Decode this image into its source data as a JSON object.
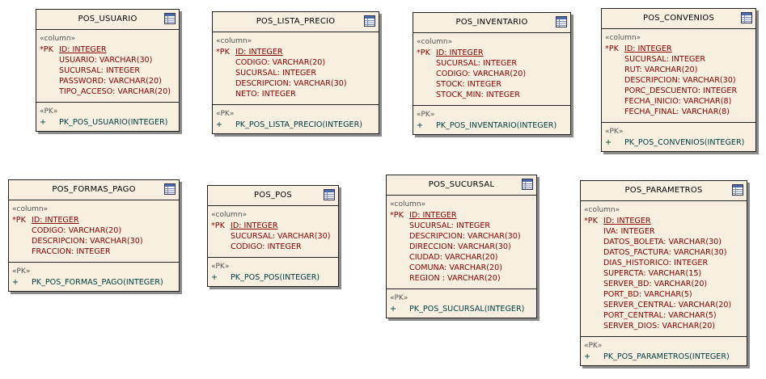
{
  "tables": [
    {
      "name": "POS_USUARIO",
      "column_stereotype": "«column»",
      "pk_stereotype": "«PK»",
      "columns": [
        {
          "prefix": "*PK",
          "text": "ID:  INTEGER"
        },
        {
          "prefix": "",
          "text": "USUARIO:  VARCHAR(30)"
        },
        {
          "prefix": "",
          "text": "SUCURSAL:  INTEGER"
        },
        {
          "prefix": "",
          "text": "PASSWORD:  VARCHAR(20)"
        },
        {
          "prefix": "",
          "text": "TIPO_ACCESO:  VARCHAR(20)"
        }
      ],
      "pks": [
        {
          "sign": "+",
          "text": "PK_POS_USUARIO(INTEGER)"
        }
      ]
    },
    {
      "name": "POS_LISTA_PRECIO",
      "column_stereotype": "«column»",
      "pk_stereotype": "«PK»",
      "columns": [
        {
          "prefix": "*PK",
          "text": "ID:  INTEGER"
        },
        {
          "prefix": "",
          "text": "CODIGO:  VARCHAR(20)"
        },
        {
          "prefix": "",
          "text": "SUCURSAL:  INTEGER"
        },
        {
          "prefix": "",
          "text": "DESCRIPCION:  VARCHAR(30)"
        },
        {
          "prefix": "",
          "text": "NETO:  INTEGER"
        }
      ],
      "pks": [
        {
          "sign": "+",
          "text": "PK_POS_LISTA_PRECIO(INTEGER)"
        }
      ]
    },
    {
      "name": "POS_INVENTARIO",
      "column_stereotype": "«column»",
      "pk_stereotype": "«PK»",
      "columns": [
        {
          "prefix": "*PK",
          "text": "ID:  INTEGER"
        },
        {
          "prefix": "",
          "text": "SUCURSAL:  INTEGER"
        },
        {
          "prefix": "",
          "text": "CODIGO:  VARCHAR(20)"
        },
        {
          "prefix": "",
          "text": "STOCK:  INTEGER"
        },
        {
          "prefix": "",
          "text": "STOCK_MIN:  INTEGER"
        }
      ],
      "pks": [
        {
          "sign": "+",
          "text": "PK_POS_INVENTARIO(INTEGER)"
        }
      ]
    },
    {
      "name": "POS_CONVENIOS",
      "column_stereotype": "«column»",
      "pk_stereotype": "«PK»",
      "columns": [
        {
          "prefix": "*PK",
          "text": "ID:  INTEGER"
        },
        {
          "prefix": "",
          "text": "SUCURSAL:  INTEGER"
        },
        {
          "prefix": "",
          "text": "RUT:  VARCHAR(20)"
        },
        {
          "prefix": "",
          "text": "DESCRIPCION:  VARCHAR(30)"
        },
        {
          "prefix": "",
          "text": "PORC_DESCUENTO:  INTEGER"
        },
        {
          "prefix": "",
          "text": "FECHA_INICIO:  VARCHAR(8)"
        },
        {
          "prefix": "",
          "text": "FECHA_FINAL:  VARCHAR(8)"
        }
      ],
      "pks": [
        {
          "sign": "+",
          "text": "PK_POS_CONVENIOS(INTEGER)"
        }
      ]
    },
    {
      "name": "POS_FORMAS_PAGO",
      "column_stereotype": "«column»",
      "pk_stereotype": "«PK»",
      "columns": [
        {
          "prefix": "*PK",
          "text": "ID:  INTEGER"
        },
        {
          "prefix": "",
          "text": "CODIGO:  VARCHAR(20)"
        },
        {
          "prefix": "",
          "text": "DESCRIPCION:  VARCHAR(30)"
        },
        {
          "prefix": "",
          "text": "FRACCION:  INTEGER"
        }
      ],
      "pks": [
        {
          "sign": "+",
          "text": "PK_POS_FORMAS_PAGO(INTEGER)"
        }
      ]
    },
    {
      "name": "POS_POS",
      "column_stereotype": "«column»",
      "pk_stereotype": "«PK»",
      "columns": [
        {
          "prefix": "*PK",
          "text": "ID:  INTEGER"
        },
        {
          "prefix": "",
          "text": "SUCURSAL:  VARCHAR(30)"
        },
        {
          "prefix": "",
          "text": "CODIGO:  INTEGER"
        }
      ],
      "pks": [
        {
          "sign": "+",
          "text": "PK_POS_POS(INTEGER)"
        }
      ]
    },
    {
      "name": "POS_SUCURSAL",
      "column_stereotype": "«column»",
      "pk_stereotype": "«PK»",
      "columns": [
        {
          "prefix": "*PK",
          "text": "ID:  INTEGER"
        },
        {
          "prefix": "",
          "text": "SUCURSAL:  INTEGER"
        },
        {
          "prefix": "",
          "text": "DESCRIPCION:  VARCHAR(30)"
        },
        {
          "prefix": "",
          "text": "DIRECCION:  VARCHAR(30)"
        },
        {
          "prefix": "",
          "text": "CIUDAD:  VARCHAR(20)"
        },
        {
          "prefix": "",
          "text": "COMUNA:  VARCHAR(20)"
        },
        {
          "prefix": "",
          "text": "REGION :  VARCHAR(20)"
        }
      ],
      "pks": [
        {
          "sign": "+",
          "text": "PK_POS_SUCURSAL(INTEGER)"
        }
      ]
    },
    {
      "name": "POS_PARAMETROS",
      "column_stereotype": "«column»",
      "pk_stereotype": "«PK»",
      "columns": [
        {
          "prefix": "*PK",
          "text": "ID:  INTEGER"
        },
        {
          "prefix": "",
          "text": "IVA:  INTEGER"
        },
        {
          "prefix": "",
          "text": "DATOS_BOLETA:  VARCHAR(30)"
        },
        {
          "prefix": "",
          "text": "DATOS_FACTURA:  VARCHAR(30)"
        },
        {
          "prefix": "",
          "text": "DIAS_HISTORICO:  INTEGER"
        },
        {
          "prefix": "",
          "text": "SUPERCTA:  VARCHAR(15)"
        },
        {
          "prefix": "",
          "text": "SERVER_BD:  VARCHAR(20)"
        },
        {
          "prefix": "",
          "text": "PORT_BD:  VARCHAR(5)"
        },
        {
          "prefix": "",
          "text": "SERVER_CENTRAL:  VARCHAR(20)"
        },
        {
          "prefix": "",
          "text": "PORT_CENTRAL:  VARCHAR(5)"
        },
        {
          "prefix": "",
          "text": "SERVER_DIOS:  VARCHAR(20)"
        }
      ],
      "pks": [
        {
          "sign": "+",
          "text": "PK_POS_PARAMETROS(INTEGER)"
        }
      ]
    }
  ]
}
